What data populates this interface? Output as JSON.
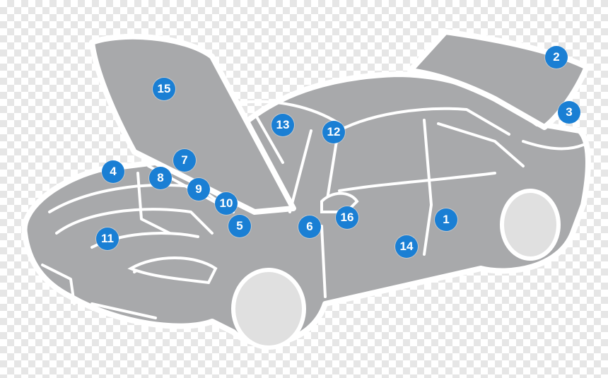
{
  "diagram": {
    "marker_color": "#1a7fd4",
    "body_color": "#a8a9ab",
    "line_color": "#ffffff",
    "background": [
      "#ffffff",
      "#e6e6e6"
    ]
  },
  "markers": [
    {
      "id": "marker-1",
      "label": "1"
    },
    {
      "id": "marker-2",
      "label": "2"
    },
    {
      "id": "marker-3",
      "label": "3"
    },
    {
      "id": "marker-4",
      "label": "4"
    },
    {
      "id": "marker-5",
      "label": "5"
    },
    {
      "id": "marker-6",
      "label": "6"
    },
    {
      "id": "marker-7",
      "label": "7"
    },
    {
      "id": "marker-8",
      "label": "8"
    },
    {
      "id": "marker-9",
      "label": "9"
    },
    {
      "id": "marker-10",
      "label": "10"
    },
    {
      "id": "marker-11",
      "label": "11"
    },
    {
      "id": "marker-12",
      "label": "12"
    },
    {
      "id": "marker-13",
      "label": "13"
    },
    {
      "id": "marker-14",
      "label": "14"
    },
    {
      "id": "marker-15",
      "label": "15"
    },
    {
      "id": "marker-16",
      "label": "16"
    }
  ]
}
